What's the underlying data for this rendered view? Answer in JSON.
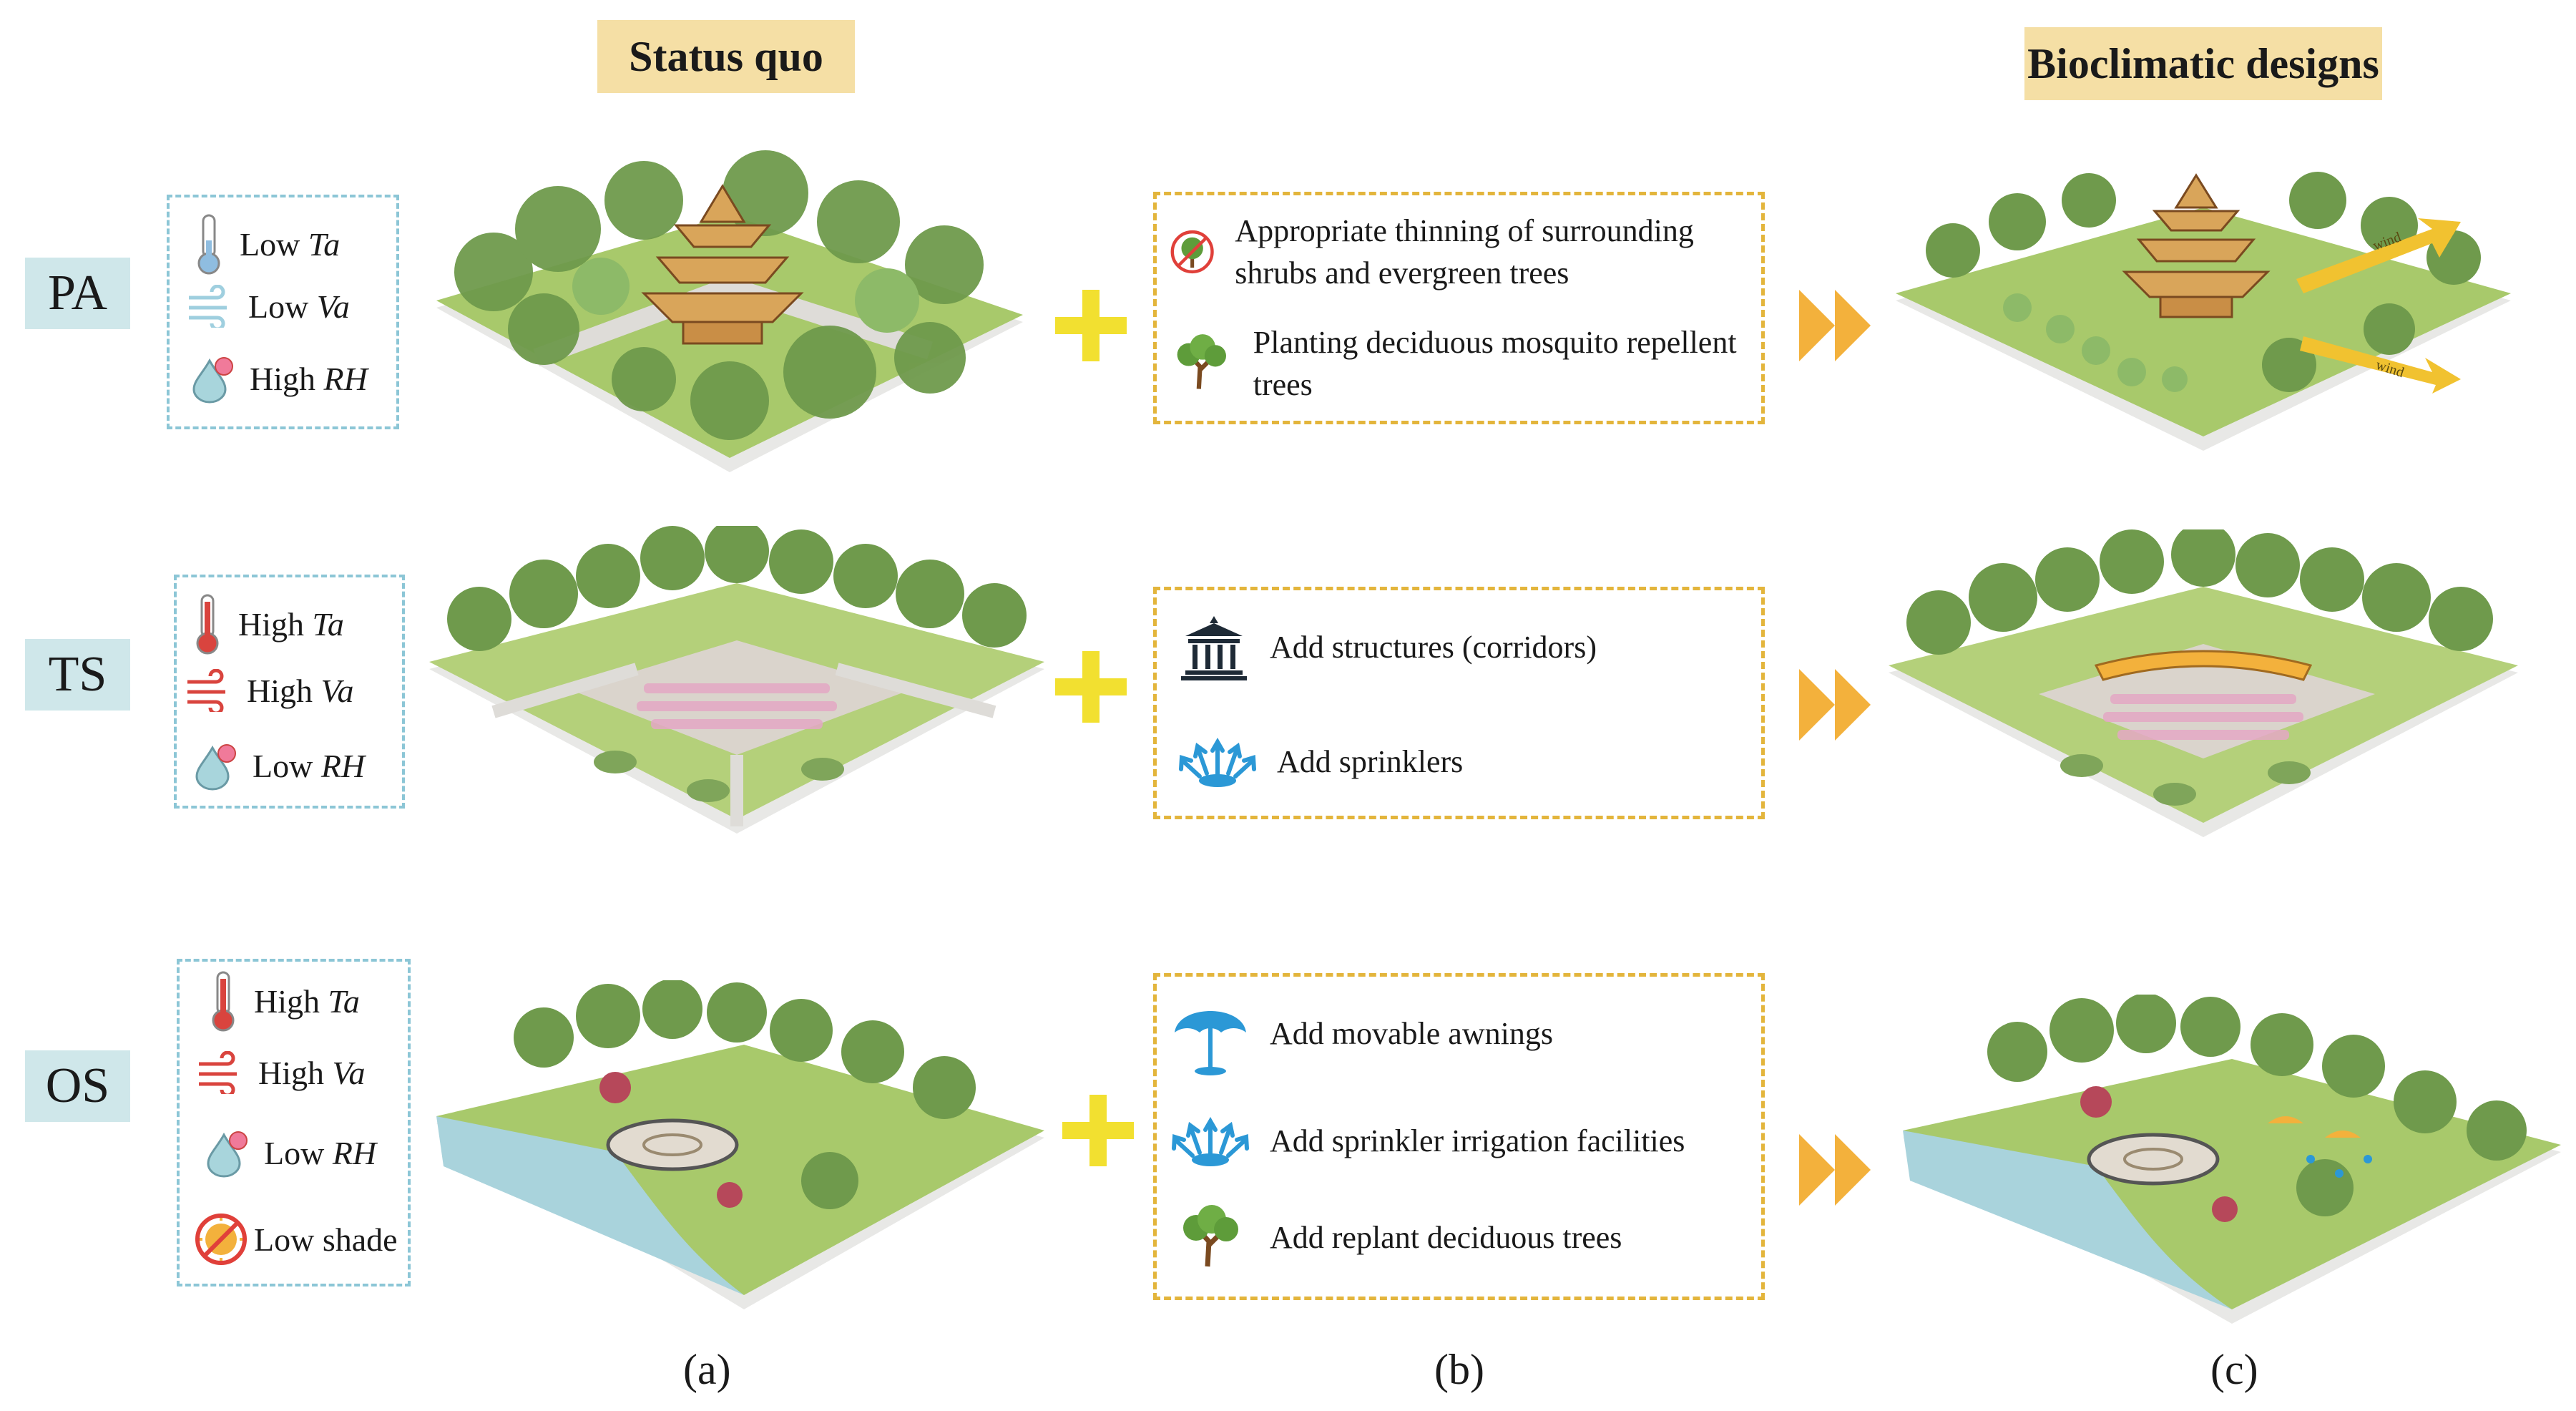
{
  "headers": {
    "left": "Status quo",
    "right": "Bioclimatic designs"
  },
  "rows": [
    {
      "tag": "PA",
      "conditions": [
        {
          "icon": "thermometer-low-icon",
          "prefix": "Low",
          "var": "Ta"
        },
        {
          "icon": "wind-low-icon",
          "prefix": "Low",
          "var": "Va"
        },
        {
          "icon": "humidity-high-icon",
          "prefix": "High",
          "var": "RH"
        }
      ],
      "measures": [
        {
          "icon": "no-tree-icon",
          "text": "Appropriate thinning of surrounding shrubs and evergreen trees"
        },
        {
          "icon": "deciduous-tree-icon",
          "text": "Planting deciduous mosquito repellent trees"
        }
      ],
      "wind_labels": [
        "wind",
        "wind"
      ]
    },
    {
      "tag": "TS",
      "conditions": [
        {
          "icon": "thermometer-high-icon",
          "prefix": "High",
          "var": "Ta"
        },
        {
          "icon": "wind-high-icon",
          "prefix": "High",
          "var": "Va"
        },
        {
          "icon": "humidity-low-icon",
          "prefix": "Low",
          "var": "RH"
        }
      ],
      "measures": [
        {
          "icon": "pavilion-icon",
          "text": "Add structures (corridors)"
        },
        {
          "icon": "sprinkler-icon",
          "text": "Add sprinklers"
        }
      ]
    },
    {
      "tag": "OS",
      "conditions": [
        {
          "icon": "thermometer-high-icon",
          "prefix": "High",
          "var": "Ta"
        },
        {
          "icon": "wind-high-icon",
          "prefix": "High",
          "var": "Va"
        },
        {
          "icon": "humidity-low-icon",
          "prefix": "Low",
          "var": "RH"
        },
        {
          "icon": "no-shade-icon",
          "prefix": "Low shade",
          "var": ""
        }
      ],
      "measures": [
        {
          "icon": "umbrella-icon",
          "text": "Add movable awnings"
        },
        {
          "icon": "sprinkler-icon",
          "text": "Add sprinkler irrigation facilities"
        },
        {
          "icon": "deciduous-tree-icon",
          "text": "Add replant deciduous trees"
        }
      ]
    }
  ],
  "captions": [
    "(a)",
    "(b)",
    "(c)"
  ],
  "colors": {
    "plus": "#f2e030",
    "arrow": "#f3b13c",
    "header_bg": "#f5dfa5",
    "tag_bg": "#cfe7ea",
    "grass": "#a8c96b",
    "water": "#a9d3dc",
    "tree": "#7fa55a",
    "pagoda": "#d9a55a"
  }
}
